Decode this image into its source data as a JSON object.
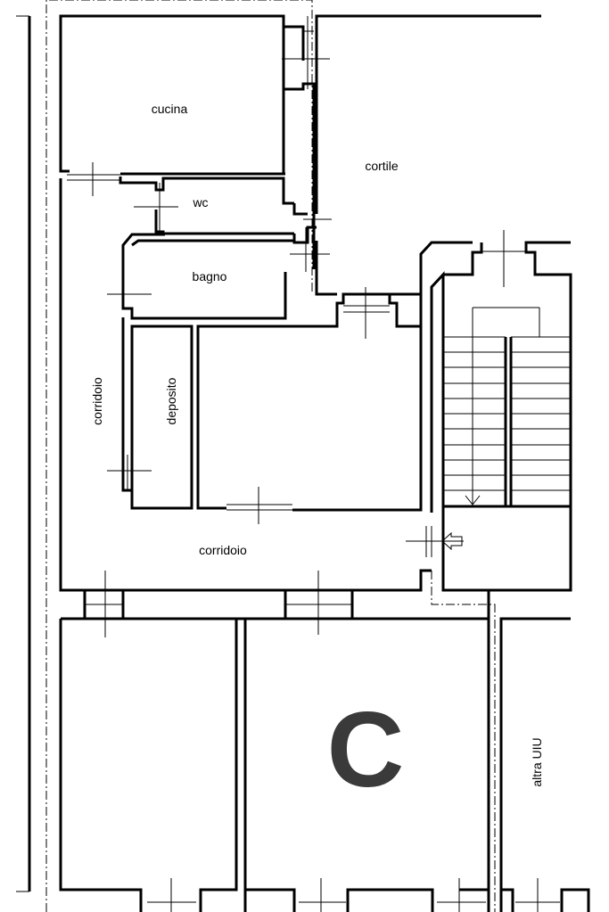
{
  "rooms": {
    "cucina": "cucina",
    "cortile": "cortile",
    "wc": "wc",
    "bagno": "bagno",
    "corridoio_vertical": "corridoio",
    "deposito": "deposito",
    "corridoio_horizontal": "corridoio",
    "altra_uiu": "altra UIU"
  },
  "unit_letter": "C"
}
